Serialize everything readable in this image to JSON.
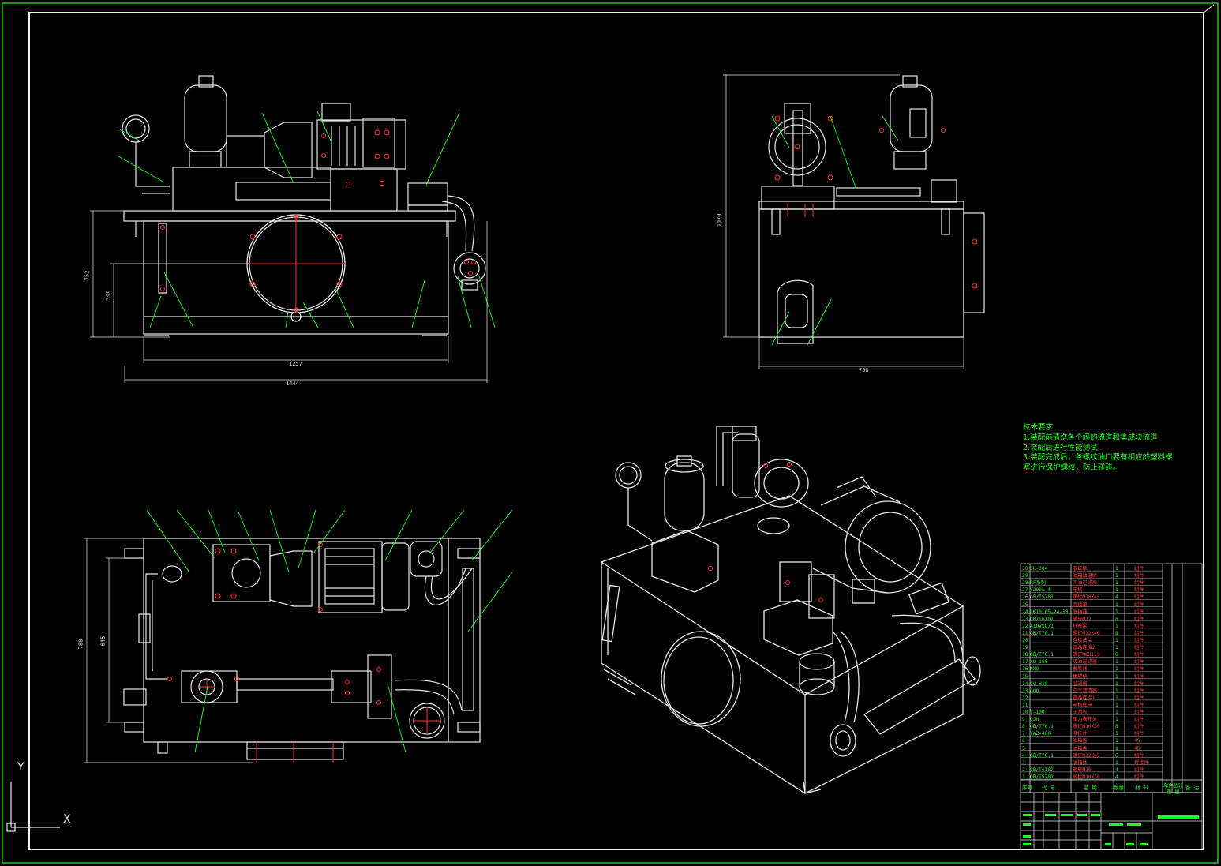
{
  "technical_requirements": {
    "title": "技术要求",
    "lines": [
      "1.装配前清洗各个阀的流道和集成块流道",
      "2.装配后进行性能测试",
      "3.装配完成后，各螺纹油口要有相应的塑料螺",
      "塞进行保护螺纹，防止碰碰。"
    ]
  },
  "dimensions": {
    "front_overall_width": "1444",
    "front_inner_width": "1257",
    "front_height": "752",
    "front_height_inner": "399",
    "side_width": "750",
    "side_height": "1070",
    "top_depth_outer": "788",
    "top_depth_inner": "645"
  },
  "bom_headers": [
    "序号",
    "代 号",
    "名 称",
    "数量",
    "材 料",
    "单件",
    "总计",
    "备 注"
  ],
  "bom_weight_label": "重 量",
  "bom": [
    {
      "no": "30",
      "code": "SL-304",
      "name": "液位继",
      "qty": "1",
      "mat": "组件"
    },
    {
      "no": "29",
      "code": "",
      "name": "油箱油温继",
      "qty": "1",
      "mat": "组件"
    },
    {
      "no": "28",
      "code": "RF系列",
      "name": "回油过滤器",
      "qty": "1",
      "mat": "组件"
    },
    {
      "no": "27",
      "code": "Y200L-4",
      "name": "电机",
      "qty": "1",
      "mat": "组件"
    },
    {
      "no": "26",
      "code": "GB/T5781",
      "name": "螺栓M10X45",
      "qty": "4",
      "mat": "组件"
    },
    {
      "no": "25",
      "code": "",
      "name": "连接罩",
      "qty": "1",
      "mat": "组件"
    },
    {
      "no": "24",
      "code": "LK10-65-24-38",
      "name": "联轴器",
      "qty": "1",
      "mat": "组件"
    },
    {
      "no": "23",
      "code": "GB/T6187",
      "name": "螺母M12",
      "qty": "8",
      "mat": "组件"
    },
    {
      "no": "22",
      "code": "A10VSO71",
      "name": "柱塞泵",
      "qty": "1",
      "mat": "组件"
    },
    {
      "no": "21",
      "code": "GB/T70.1",
      "name": "螺钉M12X40",
      "qty": "8",
      "mat": "组件"
    },
    {
      "no": "20",
      "code": "",
      "name": "连接法兰",
      "qty": "1",
      "mat": "组件"
    },
    {
      "no": "19",
      "code": "",
      "name": "管路连接2",
      "qty": "1",
      "mat": "组件"
    },
    {
      "no": "18",
      "code": "GB/T70.1",
      "name": "螺钉M8X120",
      "qty": "8",
      "mat": "组件"
    },
    {
      "no": "17",
      "code": "XU-160",
      "name": "吸油过滤器",
      "qty": "1",
      "mat": "组件"
    },
    {
      "no": "16",
      "code": "NXQ",
      "name": "蓄能器",
      "qty": "1",
      "mat": "组件"
    },
    {
      "no": "15",
      "code": "",
      "name": "集成块",
      "qty": "1",
      "mat": "组件"
    },
    {
      "no": "14",
      "code": "GU-H10",
      "name": "溢流阀",
      "qty": "1",
      "mat": "组件"
    },
    {
      "no": "13",
      "code": "QUQ",
      "name": "空气滤清器",
      "qty": "1",
      "mat": "组件"
    },
    {
      "no": "12",
      "code": "",
      "name": "管路连接1",
      "qty": "1",
      "mat": "组件"
    },
    {
      "no": "11",
      "code": "",
      "name": "电机底座",
      "qty": "1",
      "mat": "组件"
    },
    {
      "no": "10",
      "code": "Y-100",
      "name": "压力表",
      "qty": "1",
      "mat": "组件"
    },
    {
      "no": "9",
      "code": "QJH",
      "name": "压力表开关",
      "qty": "1",
      "mat": "组件"
    },
    {
      "no": "8",
      "code": "GB/T70.1",
      "name": "螺钉M10X30",
      "qty": "8",
      "mat": "组件"
    },
    {
      "no": "7",
      "code": "YWZ-400",
      "name": "液位计",
      "qty": "1",
      "mat": "组件"
    },
    {
      "no": "6",
      "code": "",
      "name": "油箱盖",
      "qty": "1",
      "mat": "45"
    },
    {
      "no": "5",
      "code": "",
      "name": "油箱盖",
      "qty": "1",
      "mat": "45"
    },
    {
      "no": "4",
      "code": "GB/T70.1",
      "name": "螺钉M12X45",
      "qty": "6",
      "mat": "组件"
    },
    {
      "no": "3",
      "code": "",
      "name": "油箱体",
      "qty": "1",
      "mat": "焊接件"
    },
    {
      "no": "2",
      "code": "GB/T6187",
      "name": "螺母M10",
      "qty": "4",
      "mat": "组件"
    },
    {
      "no": "1",
      "code": "GB/T5781",
      "name": "螺栓M10X30",
      "qty": "4",
      "mat": "组件"
    }
  ],
  "ucs": {
    "x": "X",
    "y": "Y"
  },
  "colors": {
    "line": "#e8e8e8",
    "leader": "#1dff1d",
    "accent": "#ff3030",
    "border_green": "#1dff1d",
    "background": "#000000"
  }
}
